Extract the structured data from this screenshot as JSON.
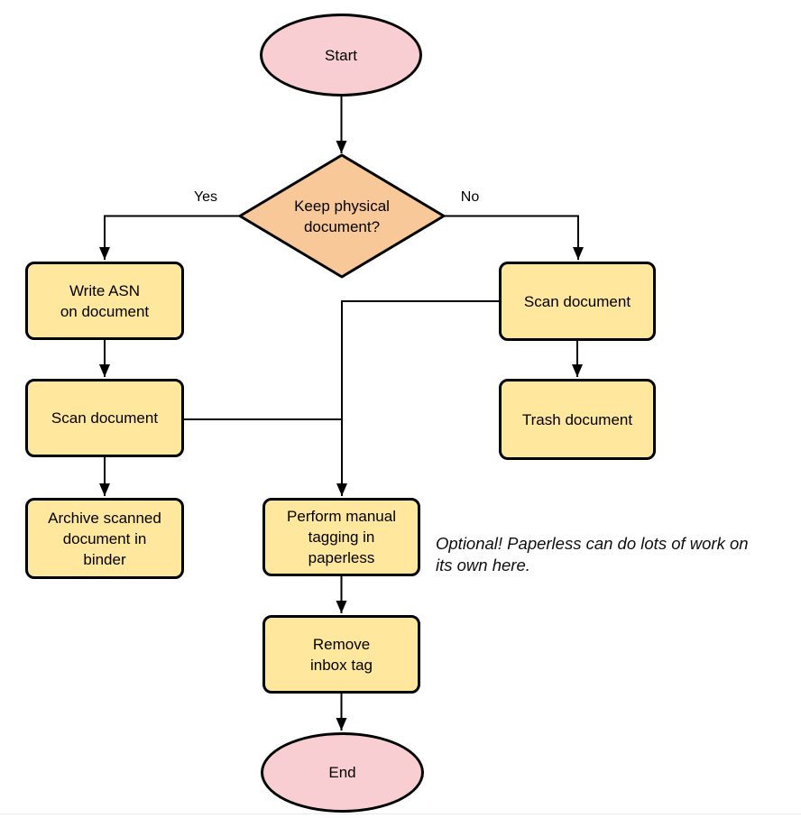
{
  "colors": {
    "terminal_fill": "#f8ced2",
    "decision_fill": "#f9c898",
    "process_fill": "#ffe79e",
    "stroke": "#000000"
  },
  "nodes": {
    "start": {
      "type": "terminal",
      "label": "Start"
    },
    "keep_physical": {
      "type": "decision",
      "label": "Keep physical\ndocument?"
    },
    "write_asn": {
      "type": "process",
      "label": "Write ASN\non document"
    },
    "scan_document_left": {
      "type": "process",
      "label": "Scan document"
    },
    "archive_binder": {
      "type": "process",
      "label": "Archive scanned\ndocument in\nbinder"
    },
    "scan_document_right": {
      "type": "process",
      "label": "Scan document"
    },
    "trash_document": {
      "type": "process",
      "label": "Trash document"
    },
    "manual_tagging": {
      "type": "process",
      "label": "Perform manual\ntagging in\npaperless"
    },
    "remove_inbox_tag": {
      "type": "process",
      "label": "Remove\ninbox tag"
    },
    "end": {
      "type": "terminal",
      "label": "End"
    }
  },
  "edge_labels": {
    "yes": "Yes",
    "no": "No"
  },
  "annotation": {
    "text": "Optional! Paperless can do lots of work on\nits own here."
  }
}
